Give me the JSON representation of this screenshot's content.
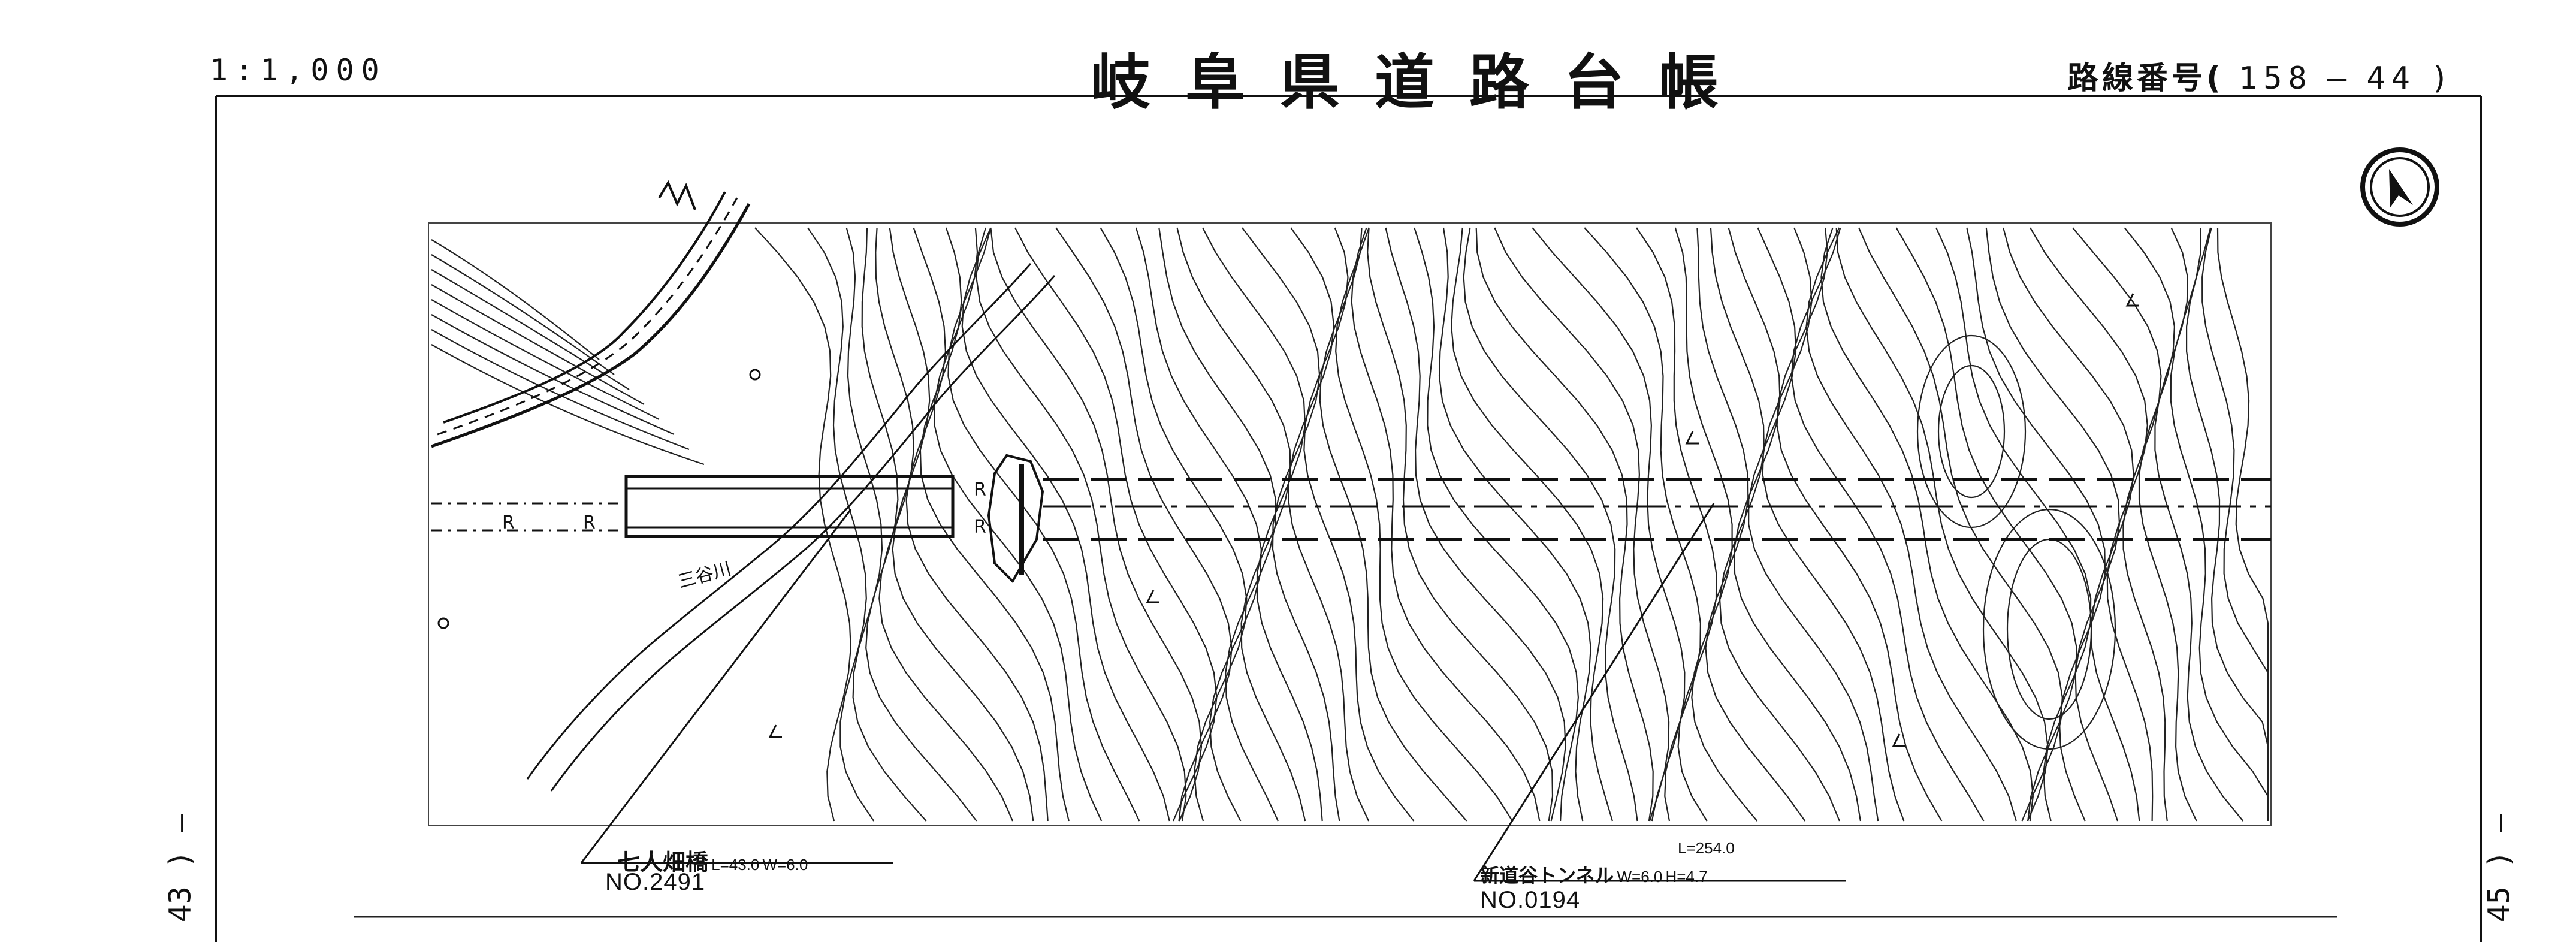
{
  "header": {
    "scale": "1:1,000",
    "title": "岐阜県道路台帳",
    "route_label": "路線番号",
    "route_open": "(",
    "route_number": "158",
    "route_dash": "—",
    "route_section": "44",
    "route_close": ")"
  },
  "sides": {
    "left": "43 ) —",
    "right": "45 ) —"
  },
  "map": {
    "road_marks": [
      "R",
      "R",
      "R",
      "R"
    ],
    "river_name": "三谷川",
    "north_arrow_icon": "north-arrow-icon"
  },
  "structures": [
    {
      "name": "七人畑橋",
      "length": "L=43.0",
      "width": "W=6.0",
      "number": "NO.2491"
    },
    {
      "name": "新道谷トンネル",
      "length": "L=254.0",
      "width": "W=6.0",
      "height": "H=4.7",
      "number": "NO.0194"
    }
  ]
}
